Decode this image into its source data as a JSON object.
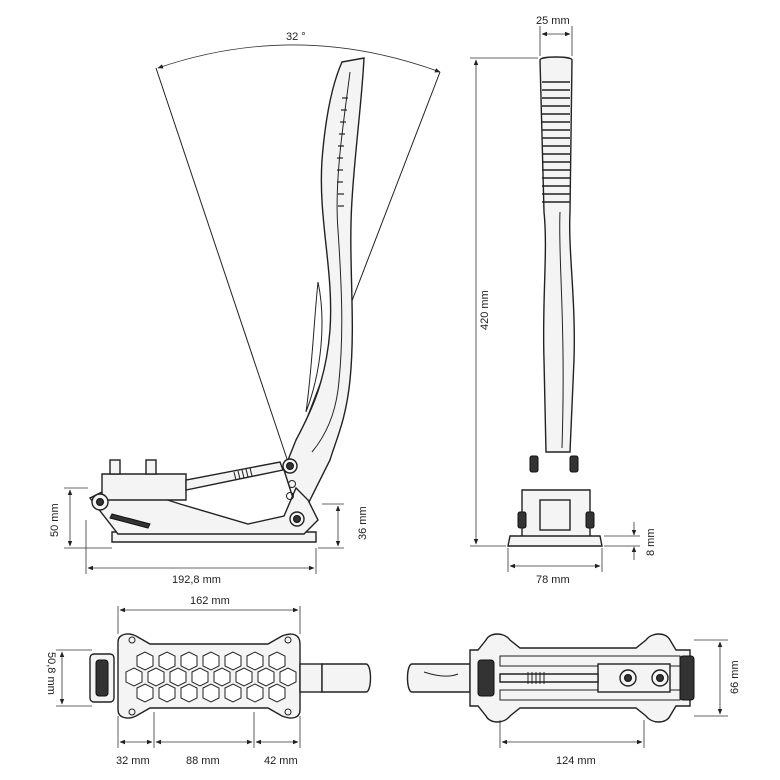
{
  "dimensions": {
    "angle": "32 °",
    "width_handle": "25 mm",
    "height_total": "420 mm",
    "base_height": "50 mm",
    "pivot_height": "36 mm",
    "length_total": "192,8 mm",
    "base_plate": "8 mm",
    "base_width": "78 mm",
    "top_length": "162 mm",
    "top_width": "50,8 mm",
    "hole_offset_left": "32 mm",
    "hole_spacing": "88 mm",
    "hole_offset_right": "42 mm",
    "bottom_height": "66 mm",
    "bottom_length": "124 mm"
  }
}
